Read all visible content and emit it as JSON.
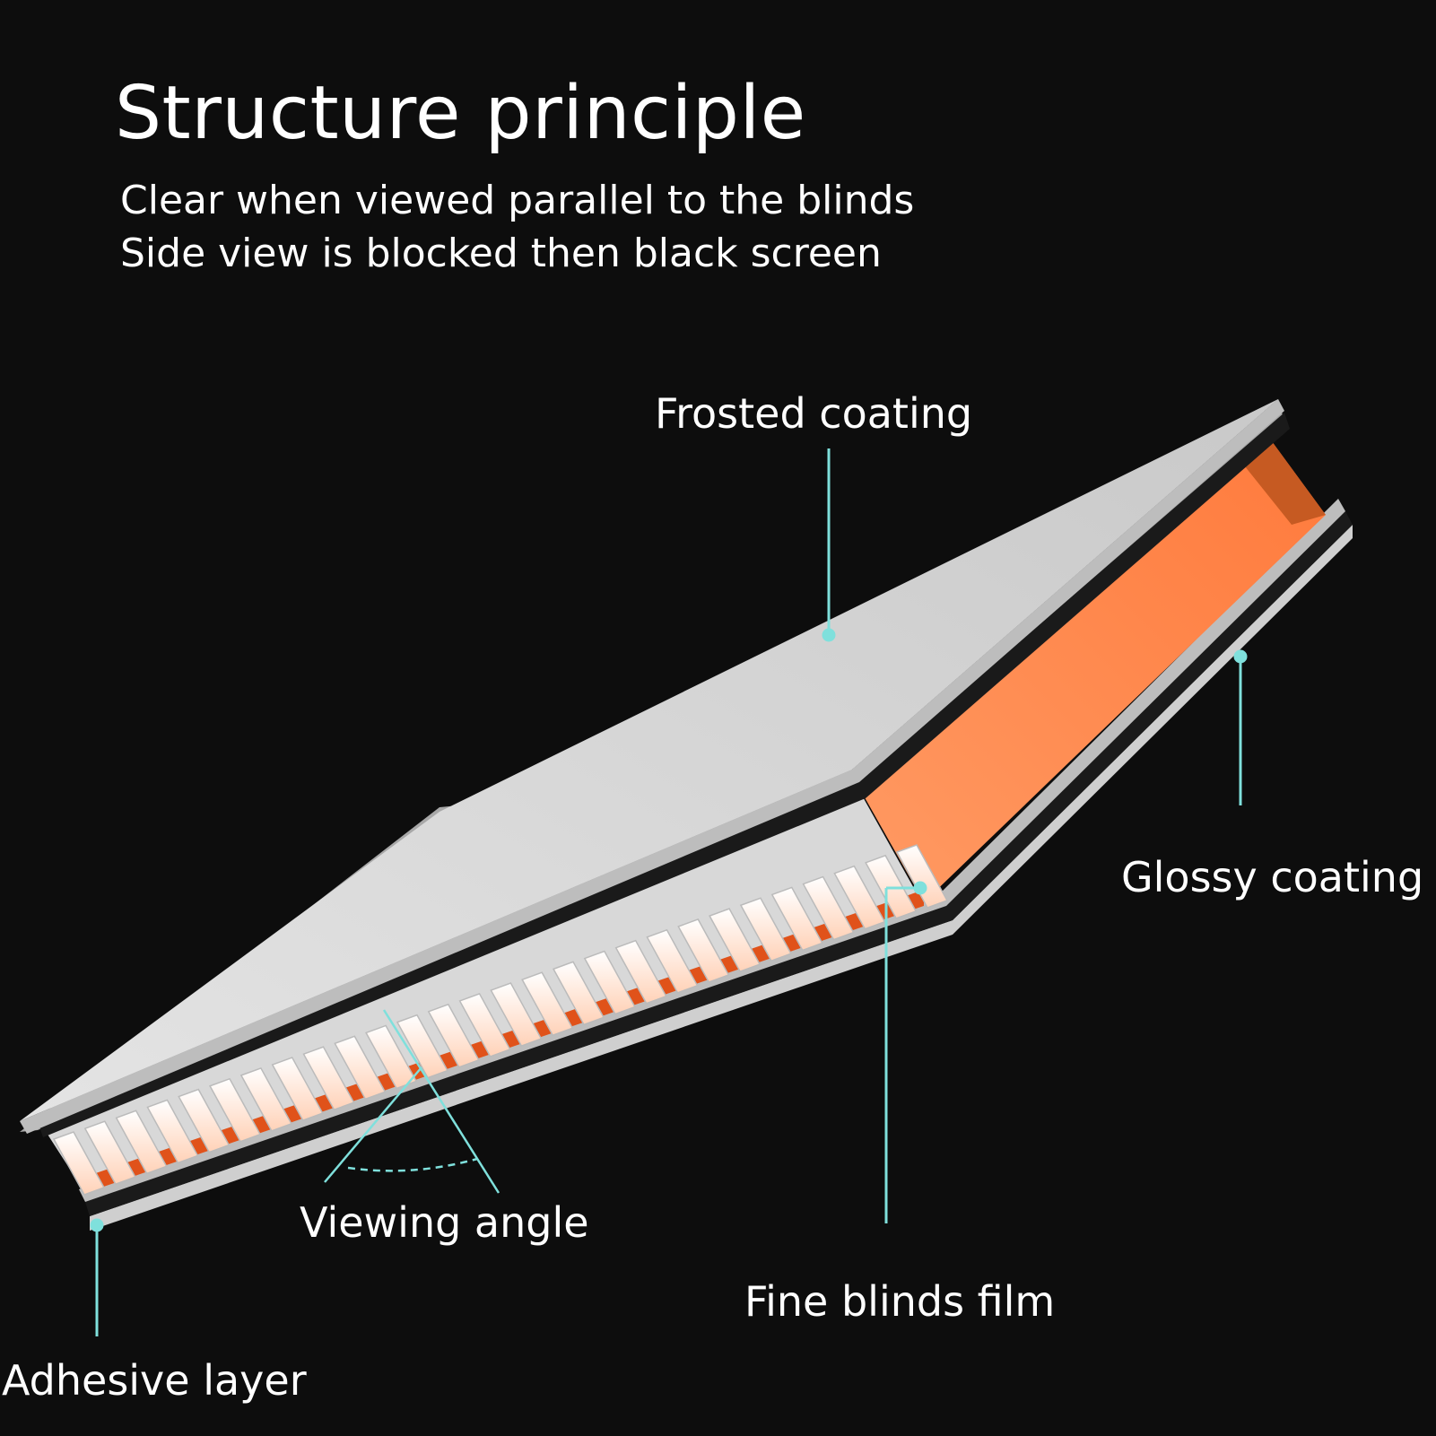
{
  "header": {
    "title": "Structure principle",
    "subtitle_line1": "Clear when viewed parallel to the blinds",
    "subtitle_line2": "Side view is blocked then black screen"
  },
  "labels": {
    "frosted": "Frosted coating",
    "glossy": "Glossy coating",
    "viewing": "Viewing angle",
    "blinds": "Fine blinds film",
    "adhesive": "Adhesive layer"
  },
  "colors": {
    "background": "#0d0d0d",
    "leader_line": "#7fe0dc",
    "panel": "#d4d4d4",
    "blinds_orange": "#ff8a50",
    "blinds_dark": "#d44a12"
  }
}
